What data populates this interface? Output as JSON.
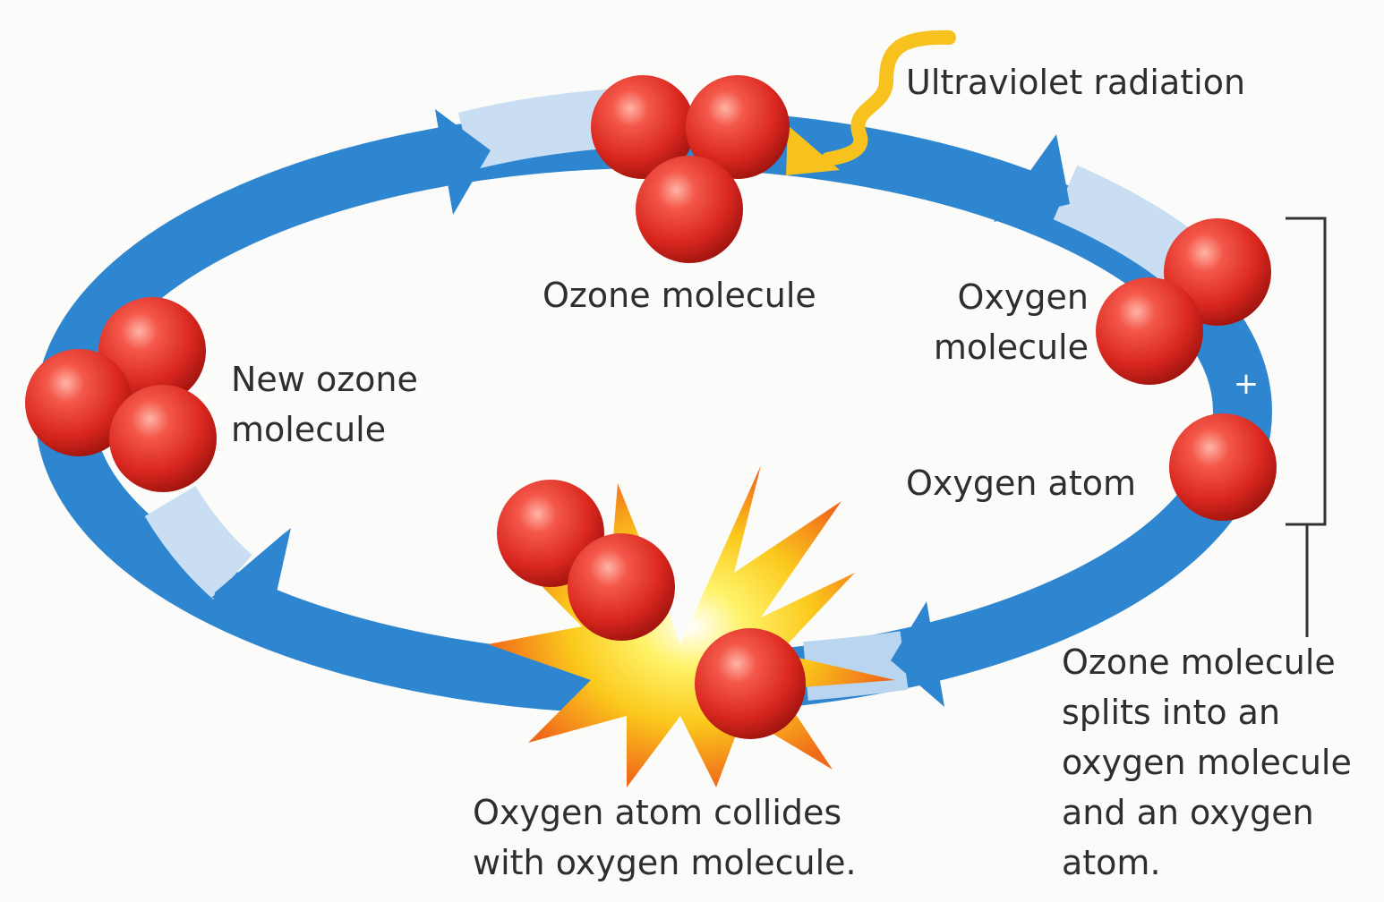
{
  "labels": {
    "ultraviolet": "Ultraviolet radiation",
    "ozone_molecule": "Ozone molecule",
    "oxygen_molecule": "Oxygen\nmolecule",
    "oxygen_atom": "Oxygen atom",
    "new_ozone": "New ozone\nmolecule",
    "collision": "Oxygen atom collides\nwith oxygen molecule.",
    "split": "Ozone molecule\nsplits into an\noxygen molecule\nand an oxygen\natom.",
    "plus": "+"
  },
  "colors": {
    "arrow_blue": "#2f86d0",
    "arrow_light": "#cfe3f4",
    "atom_red": "#e23a2c",
    "uv_yellow": "#f7c21e",
    "burst_orange": "#f06a1a",
    "burst_yellow": "#fde21c",
    "bracket": "#333333"
  }
}
